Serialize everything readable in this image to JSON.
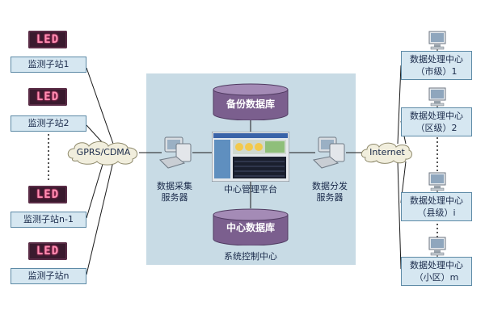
{
  "stations": [
    {
      "led_text": "LED",
      "label": "监测子站1"
    },
    {
      "led_text": "LED",
      "label": "监测子站2"
    },
    {
      "led_text": "LED",
      "label": "监测子站n-1"
    },
    {
      "led_text": "LED",
      "label": "监测子站n"
    }
  ],
  "network_left": "GPRS/CDMA",
  "network_right": "Internet",
  "collection_server": {
    "line1": "数据采集",
    "line2": "服务器"
  },
  "distribution_server": {
    "line1": "数据分发",
    "line2": "服务器"
  },
  "backup_db": "备份数据库",
  "central_db": "中心数据库",
  "management_platform": "中心管理平台",
  "control_center": "系统控制中心",
  "centers": [
    {
      "line1": "数据处理中心",
      "line2": "（市级）1"
    },
    {
      "line1": "数据处理中心",
      "line2": "（区级）2"
    },
    {
      "line1": "数据处理中心",
      "line2": "（县级）i"
    },
    {
      "line1": "数据处理中心",
      "line2": "（小区）m"
    }
  ],
  "colors": {
    "panel": "#c8dbe5",
    "box_fill": "#d6e7f1",
    "box_border": "#5d8aa6",
    "db_fill": "#7b5f8e",
    "led_bg": "#3a1a2e",
    "led_text": "#ff8fb3"
  }
}
